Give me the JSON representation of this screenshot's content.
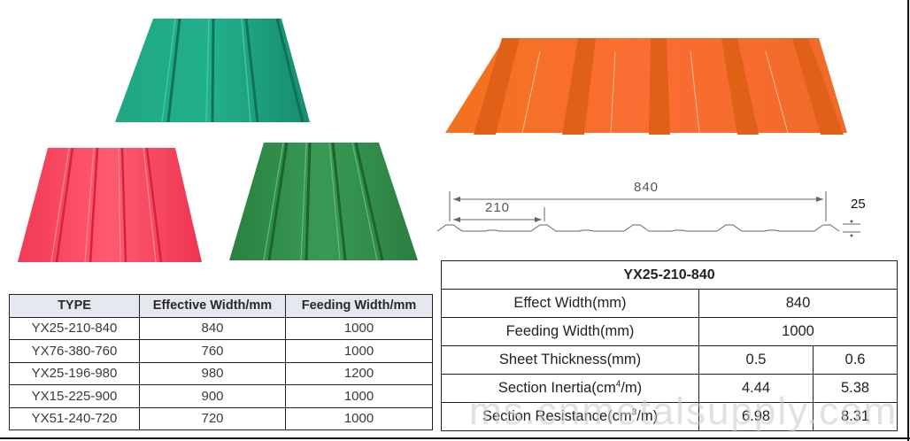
{
  "images": {
    "teal_sheet": {
      "label": "teal corrugated roof sheet",
      "color": "#1a9b7a"
    },
    "red_sheet": {
      "label": "red corrugated roof sheet",
      "color": "#f0405a"
    },
    "green_sheet": {
      "label": "green corrugated roof sheet",
      "color": "#2e8a45"
    },
    "orange_sheet": {
      "label": "orange trapezoidal roof sheet",
      "color": "#f66a25"
    }
  },
  "profile_diagram": {
    "overall_width": "840",
    "pitch": "210",
    "height": "25"
  },
  "type_table": {
    "headers": [
      "TYPE",
      "Effective Width/mm",
      "Feeding Width/mm"
    ],
    "rows": [
      [
        "YX25-210-840",
        "840",
        "1000"
      ],
      [
        "YX76-380-760",
        "760",
        "1000"
      ],
      [
        "YX25-196-980",
        "980",
        "1200"
      ],
      [
        "YX15-225-900",
        "900",
        "1000"
      ],
      [
        "YX51-240-720",
        "720",
        "1000"
      ]
    ]
  },
  "spec_table": {
    "title": "YX25-210-840",
    "rows": {
      "effect_width": {
        "label": "Effect Width(mm)",
        "value": "840"
      },
      "feeding_width": {
        "label": "Feeding Width(mm)",
        "value": "1000"
      },
      "thickness": {
        "label": "Sheet Thickness(mm)",
        "v1": "0.5",
        "v2": "0.6"
      },
      "inertia": {
        "label_pre": "Section Inertia(cm",
        "sup": "4",
        "label_post": "/m)",
        "v1": "4.44",
        "v2": "5.38"
      },
      "resistance": {
        "label_pre": "Section Resistance(cm",
        "sup": "3",
        "label_post": "/m)",
        "v1": "6.98",
        "v2": "8.31"
      }
    }
  },
  "watermark": "ms.cnmetalsupply.com"
}
